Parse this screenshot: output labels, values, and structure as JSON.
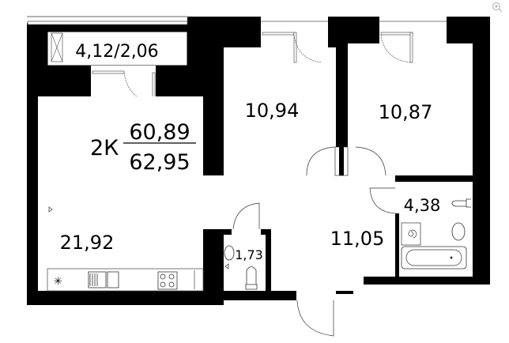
{
  "plan": {
    "apartment_type": "2К",
    "living_area": "60,89",
    "total_area": "62,95",
    "rooms": {
      "balcony": "4,12/2,06",
      "bedroom_1": "10,94",
      "bedroom_2": "10,87",
      "living_kitchen": "21,92",
      "hallway": "11,05",
      "wc": "1,73",
      "bathroom": "4,38"
    }
  },
  "controls": {
    "zoom_icon": "zoom-in-icon"
  },
  "colors": {
    "wall": "#000000",
    "floor": "#ffffff",
    "fixture": "#555555"
  }
}
